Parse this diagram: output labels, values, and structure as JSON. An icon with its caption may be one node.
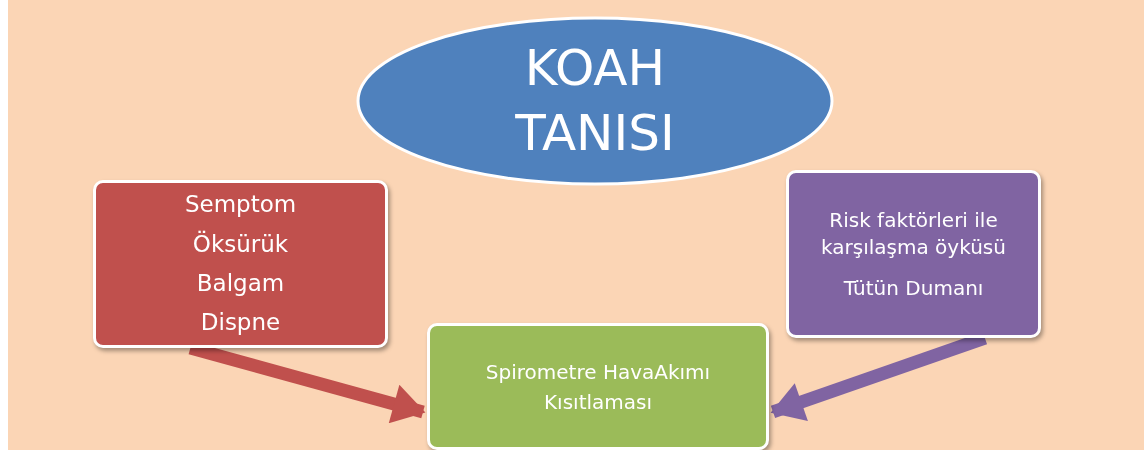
{
  "diagram": {
    "nodes": [
      {
        "text": [
          "KOAH TANISI"
        ]
      },
      {
        "text": [
          "Semptom",
          "Öksürük",
          "Balgam",
          "Dispne"
        ]
      },
      {
        "text": [
          "Risk faktörleri ile karşılaşma öyküsü",
          "Tütün Dumanı"
        ]
      },
      {
        "text": [
          "Spirometre HavaAkımı Kısıtlaması"
        ]
      }
    ],
    "edges": [
      {
        "from": 1,
        "to": 3,
        "arrow": "to",
        "color": "#c0504d"
      },
      {
        "from": 2,
        "to": 3,
        "arrow": "to",
        "color": "#8064a2"
      }
    ]
  }
}
